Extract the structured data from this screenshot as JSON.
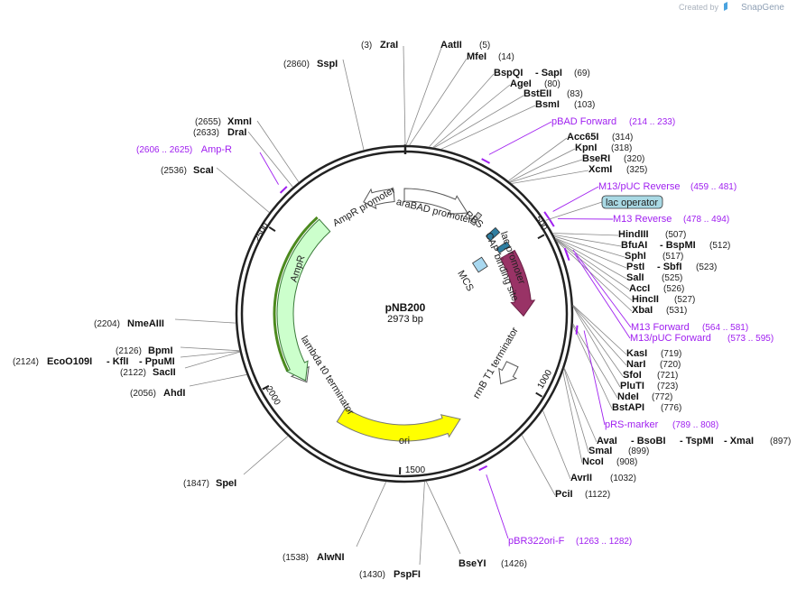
{
  "brand": {
    "prefix": "Created by",
    "name": "SnapGene"
  },
  "plasmid": {
    "name": "pNB200",
    "length_label": "2973 bp",
    "ticks": [
      "500",
      "1000",
      "1500",
      "2000",
      "2500"
    ]
  },
  "sites": [
    {
      "name": "ZraI",
      "pos": "(3)"
    },
    {
      "name": "AatII",
      "pos": "(5)"
    },
    {
      "name": "MfeI",
      "pos": "(14)"
    },
    {
      "name": "BspQI",
      "pos": ""
    },
    {
      "name": "- SapI",
      "pos": "(69)"
    },
    {
      "name": "AgeI",
      "pos": "(80)"
    },
    {
      "name": "BstEII",
      "pos": "(83)"
    },
    {
      "name": "BsmI",
      "pos": "(103)"
    },
    {
      "name": "Acc65I",
      "pos": "(314)"
    },
    {
      "name": "KpnI",
      "pos": "(318)"
    },
    {
      "name": "BseRI",
      "pos": "(320)"
    },
    {
      "name": "XcmI",
      "pos": "(325)"
    },
    {
      "name": "HindIII",
      "pos": "(507)"
    },
    {
      "name": "BfuAI",
      "pos": ""
    },
    {
      "name": "- BspMI",
      "pos": "(512)"
    },
    {
      "name": "SphI",
      "pos": "(517)"
    },
    {
      "name": "PstI",
      "pos": ""
    },
    {
      "name": "- SbfI",
      "pos": "(523)"
    },
    {
      "name": "SalI",
      "pos": "(525)"
    },
    {
      "name": "AccI",
      "pos": "(526)"
    },
    {
      "name": "HincII",
      "pos": "(527)"
    },
    {
      "name": "XbaI",
      "pos": "(531)"
    },
    {
      "name": "KasI",
      "pos": "(719)"
    },
    {
      "name": "NarI",
      "pos": "(720)"
    },
    {
      "name": "SfoI",
      "pos": "(721)"
    },
    {
      "name": "PluTI",
      "pos": "(723)"
    },
    {
      "name": "NdeI",
      "pos": "(772)"
    },
    {
      "name": "BstAPI",
      "pos": "(776)"
    },
    {
      "name": "AvaI",
      "pos": ""
    },
    {
      "name": "- BsoBI",
      "pos": ""
    },
    {
      "name": "- TspMI",
      "pos": ""
    },
    {
      "name": "- XmaI",
      "pos": "(897)"
    },
    {
      "name": "SmaI",
      "pos": "(899)"
    },
    {
      "name": "NcoI",
      "pos": "(908)"
    },
    {
      "name": "AvrII",
      "pos": "(1032)"
    },
    {
      "name": "PciI",
      "pos": "(1122)"
    },
    {
      "name": "BseYI",
      "pos": "(1426)"
    },
    {
      "name": "PspFI",
      "pos": "(1430)"
    },
    {
      "name": "AlwNI",
      "pos": "(1538)"
    },
    {
      "name": "SpeI",
      "pos": "(1847)"
    },
    {
      "name": "AhdI",
      "pos": "(2056)"
    },
    {
      "name": "SacII",
      "pos": "(2122)"
    },
    {
      "name": "EcoO109I",
      "pos": "(2124)"
    },
    {
      "name": "- KflI",
      "pos": ""
    },
    {
      "name": "- PpuMI",
      "pos": ""
    },
    {
      "name": "BpmI",
      "pos": "(2126)"
    },
    {
      "name": "NmeAIII",
      "pos": "(2204)"
    },
    {
      "name": "ScaI",
      "pos": "(2536)"
    },
    {
      "name": "DraI",
      "pos": "(2633)"
    },
    {
      "name": "XmnI",
      "pos": "(2655)"
    },
    {
      "name": "SspI",
      "pos": "(2860)"
    }
  ],
  "primers": [
    {
      "name": "pBAD Forward",
      "range": "(214 .. 233)"
    },
    {
      "name": "M13/pUC Reverse",
      "range": "(459 .. 481)"
    },
    {
      "name": "M13 Reverse",
      "range": "(478 .. 494)"
    },
    {
      "name": "M13 Forward",
      "range": "(564 .. 581)"
    },
    {
      "name": "M13/pUC Forward",
      "range": "(573 .. 595)"
    },
    {
      "name": "pRS-marker",
      "range": "(789 .. 808)"
    },
    {
      "name": "pBR322ori-F",
      "range": "(1263 .. 1282)"
    },
    {
      "name": "Amp-R",
      "range": "(2606 .. 2625)"
    }
  ],
  "lac_operator": "lac operator",
  "features": [
    {
      "name": "araBAD promoter",
      "color": "#ffffff"
    },
    {
      "name": "RBS",
      "color": "#d9d9d9"
    },
    {
      "name": "CAP binding site",
      "color": "#2f7ea1"
    },
    {
      "name": "lac promoter",
      "color": "#2f7ea1"
    },
    {
      "name": "lacZα",
      "color": "#993366"
    },
    {
      "name": "MCS",
      "color": "#a8d8f0"
    },
    {
      "name": "rrnB T1 terminator",
      "color": "#ffffff"
    },
    {
      "name": "ori",
      "color": "#ffff00"
    },
    {
      "name": "lambda t0 terminator",
      "color": "#ffffff"
    },
    {
      "name": "AmpR",
      "color": "#ccffcc"
    },
    {
      "name": "AmpR promoter",
      "color": "#ffffff"
    }
  ]
}
